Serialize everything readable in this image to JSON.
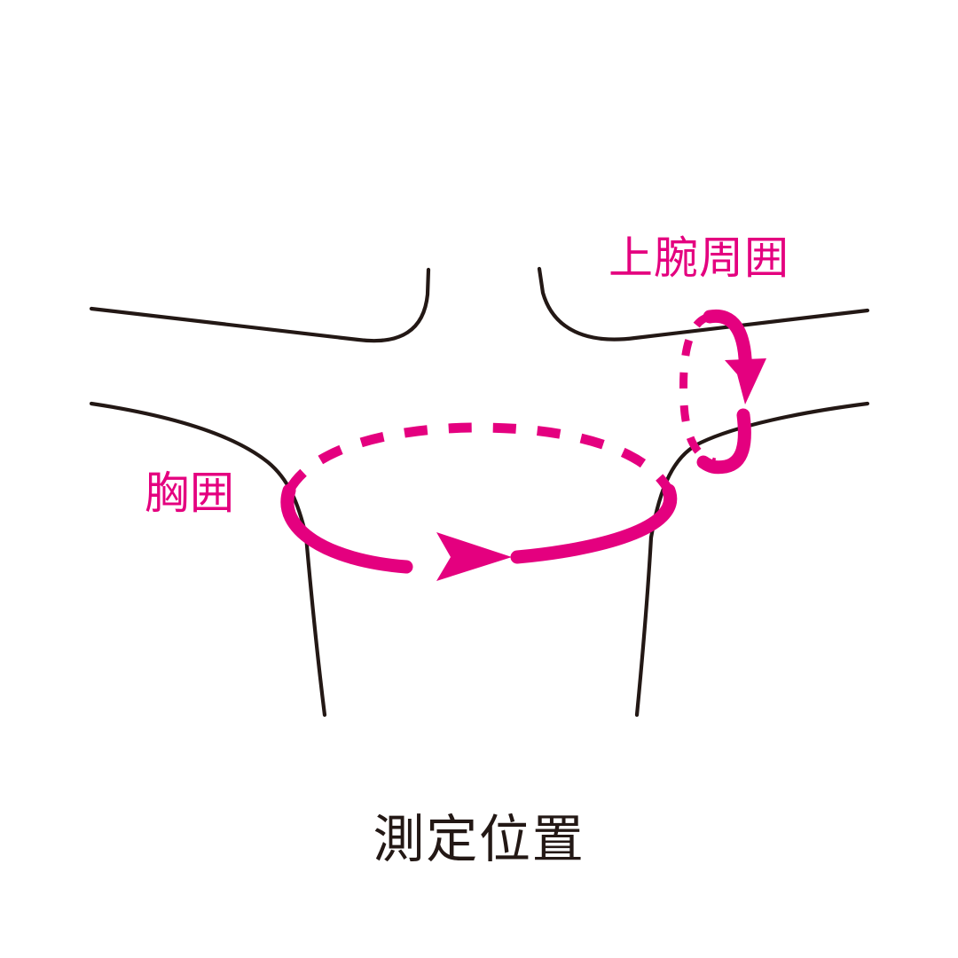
{
  "figure": {
    "title": "測定位置",
    "background_color": "#ffffff",
    "outline_color": "#231815",
    "accent_color": "#e4007f",
    "labels": {
      "upper_arm_circumference": "上腕周囲",
      "chest_circumference": "胸囲"
    },
    "annotations": {
      "upper_arm_loop": "dashed-back solid-front ellipse around right upper arm with downward arrow",
      "chest_loop": "dashed-back solid-front ellipse around chest with rightward arrow"
    },
    "icons": {
      "arm_arrow": "arrow-down-icon",
      "chest_arrow": "arrow-right-icon"
    }
  }
}
